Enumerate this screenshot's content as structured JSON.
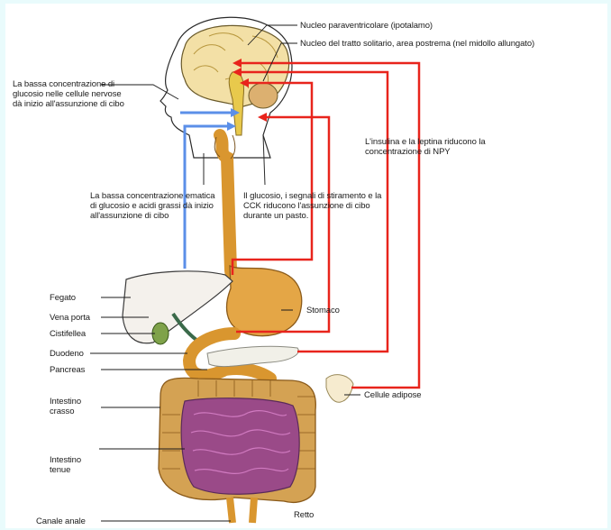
{
  "labels": {
    "nucleo_paraventricolare": "Nucleo paraventricolare (ipotalamo)",
    "nucleo_tratto_solitario": "Nucleo del tratto solitario, area postrema (nel midollo allungato)",
    "bassa_conc_glucosio_cellule": "La bassa concentrazione di glucosio nelle cellule nervose dà inizio all'assunzione di cibo",
    "insulina_leptina": "L'insulina e la leptina riducono la concentrazione di NPY",
    "bassa_conc_ematica": "La bassa concentrazione ematica di glucosio e acidi grassi dà inizio all'assunzione di cibo",
    "glucosio_segnali": "Il glucosio, i segnali di stiramento e la CCK riducono l'assunzione di cibo durante un pasto.",
    "fegato": "Fegato",
    "vena_porta": "Vena porta",
    "cistifellea": "Cistifellea",
    "duodeno": "Duodeno",
    "pancreas": "Pancreas",
    "stomaco": "Stomaco",
    "cellule_adipose": "Cellule adipose",
    "intestino_crasso": "Intestino crasso",
    "intestino_tenue": "Intestino tenue",
    "retto": "Retto",
    "canale_anale": "Canale anale"
  },
  "colors": {
    "signal_red": "#e8241c",
    "signal_blue": "#5b8fe8",
    "gut_orange": "#d9962f",
    "brain_cream": "#f3e0a6"
  }
}
